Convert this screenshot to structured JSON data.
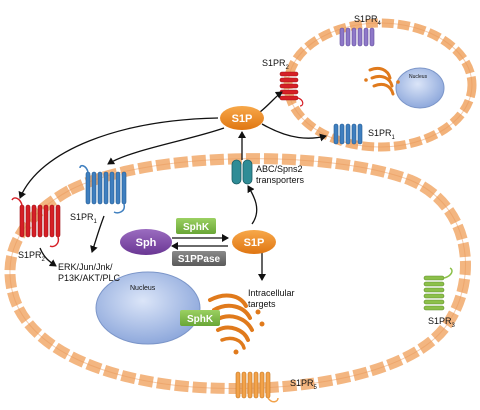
{
  "diagram": {
    "s1p_top": "S1P",
    "s1p_inner": "S1P",
    "sph": "Sph",
    "sphk_top": "SphK",
    "s1ppase": "S1PPase",
    "sphk_bottom": "SphK",
    "transporter_line1": "ABC/Spns2",
    "transporter_line2": "transporters",
    "intracellular_line1": "Intracellular",
    "intracellular_line2": "targets",
    "signaling_line1": "ERK/Jun/Jnk/",
    "signaling_line2": "P13K/AKT/PLC",
    "nucleus_main": "Nucleus",
    "nucleus_small": "Nucleus",
    "receptors": {
      "main_s1pr1": "S1PR",
      "main_s1pr1_sub": "1",
      "main_s1pr2": "S1PR",
      "main_s1pr2_sub": "2",
      "main_s1pr3": "S1PR",
      "main_s1pr3_sub": "3",
      "main_s1pr5": "S1PR",
      "main_s1pr5_sub": "5",
      "target_s1pr4": "S1PR",
      "target_s1pr4_sub": "4",
      "target_s1pr2": "S1PR",
      "target_s1pr2_sub": "2",
      "target_s1pr1": "S1PR",
      "target_s1pr1_sub": "1"
    },
    "colors": {
      "s1p_orange": "#f08c1e",
      "sph_purple": "#7d48a6",
      "sphk_green": "#7bb846",
      "s1ppase_gray": "#6d6d6d",
      "receptor_red": "#d61f26",
      "receptor_blue": "#3f7fbf",
      "receptor_purple": "#8e78c8",
      "receptor_green": "#8cc04a",
      "receptor_orange": "#f2a24a",
      "transporter_teal": "#2f8c96",
      "membrane": "#f2b27a",
      "nucleus": "#b7c8ec",
      "golgi": "#e07a1c"
    }
  }
}
